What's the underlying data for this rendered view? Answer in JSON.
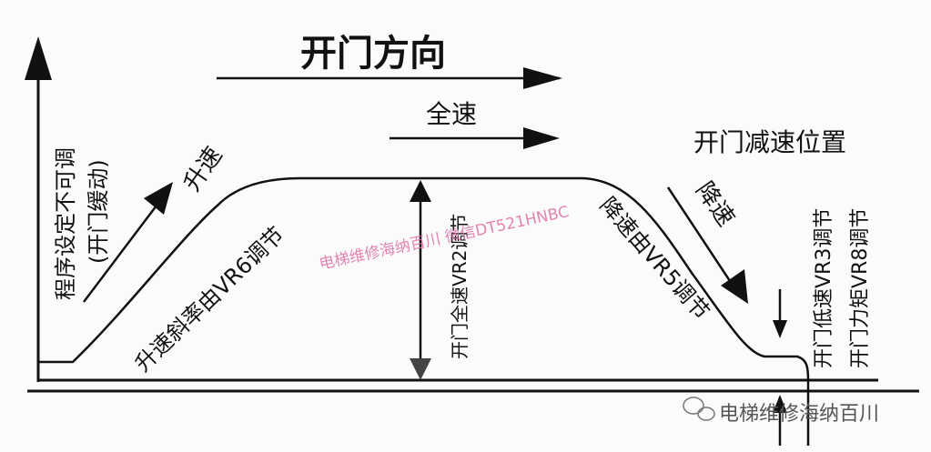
{
  "title": "开门方向",
  "labels": {
    "full_speed": "全速",
    "door_decel_position": "开门减速位置",
    "accelerate": "升速",
    "decelerate": "降速",
    "program_adjustable": "程序设定不可调",
    "door_jog": "(开门缓动)",
    "accel_slope": "升速斜率由VR6调节",
    "full_speed_adj": "开门全速VR2调节",
    "decel_adj": "降速由VR5调节",
    "low_speed_adj": "开门低速VR3调节",
    "torque_adj": "开门力矩VR8调节"
  },
  "watermark": {
    "center": "电梯维修海纳百川 微信DT521HNBC",
    "corner": "电梯维修海纳百川"
  },
  "colors": {
    "line": "#111111",
    "watermark": "#e06fa5",
    "corner_watermark": "#555555"
  }
}
